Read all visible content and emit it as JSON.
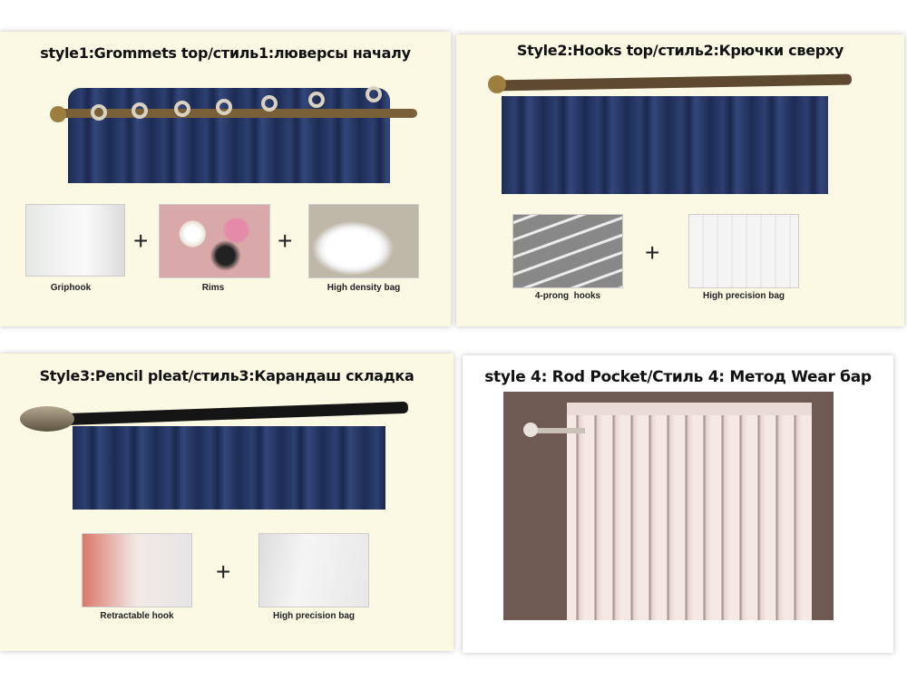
{
  "styles": [
    {
      "title": "style1:Grommets top/стиль1:люверсы началу",
      "parts": [
        "Griphook",
        "Rims",
        "High density bag"
      ]
    },
    {
      "title": "Style2:Hooks top/стиль2:Крючки сверху",
      "parts": [
        "4-prong  hooks",
        "High precision bag"
      ]
    },
    {
      "title": "Style3:Pencil pleat/стиль3:Карандаш складка",
      "parts": [
        "Retractable hook",
        "High precision bag"
      ]
    },
    {
      "title": "style 4: Rod Pocket/Стиль 4: Метод Wear бар"
    }
  ],
  "plus": "+",
  "colors": {
    "panel": "#fbf8e4",
    "fabric": "#22325e",
    "rod_brown": "#6b5436",
    "rod_black": "#151515",
    "pocket_bg": "#6e5a52"
  }
}
